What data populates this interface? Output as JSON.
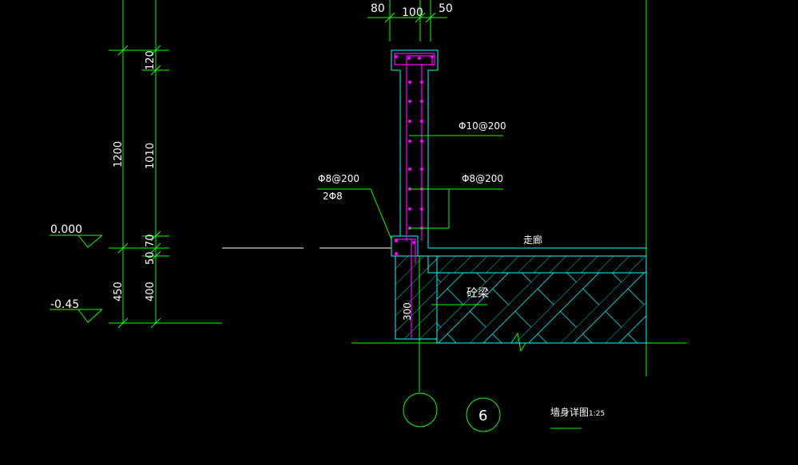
{
  "dimensions": {
    "top_80": "80",
    "top_100": "100",
    "top_50": "50",
    "v_1200": "1200",
    "v_450": "450",
    "v_120": "120",
    "v_1010": "1010",
    "v_70": "70",
    "v_50": "50",
    "v_400": "400",
    "foot_300": "300"
  },
  "levels": {
    "zero": "0.000",
    "minus": "-0.45"
  },
  "rebar": {
    "phi10": "Φ10@200",
    "phi8_right": "Φ8@200",
    "phi8_left": "Φ8@200",
    "two_phi8": "2Φ8"
  },
  "labels": {
    "corridor": "走廊",
    "fill": "砼梁",
    "title": "墙身详图",
    "scale": "1:25",
    "circle": "6"
  },
  "colors": {
    "dimension_lines": "#00ff00",
    "concrete_outline": "#00ffff",
    "rebar": "#ff00ff",
    "text": "#ffffff",
    "background": "#000000"
  }
}
